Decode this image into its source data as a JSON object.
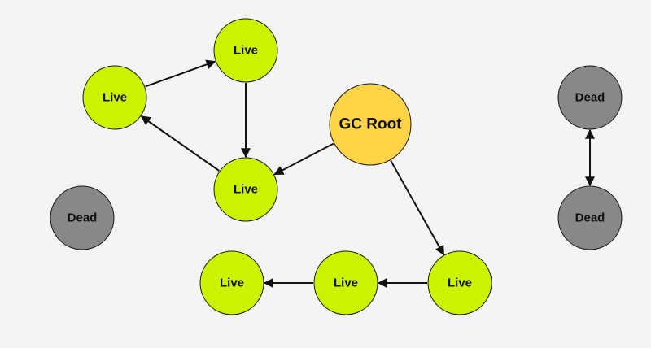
{
  "colors": {
    "background": "#f4f4f4",
    "root": "#ffd447",
    "live": "#ccf200",
    "dead": "#888888",
    "stroke": "#1a1a1a",
    "edge": "#111111"
  },
  "nodes": {
    "gc_root": {
      "label": "GC Root",
      "kind": "root"
    },
    "live_a": {
      "label": "Live",
      "kind": "live"
    },
    "live_b": {
      "label": "Live",
      "kind": "live"
    },
    "live_c": {
      "label": "Live",
      "kind": "live"
    },
    "live_d": {
      "label": "Live",
      "kind": "live"
    },
    "live_e": {
      "label": "Live",
      "kind": "live"
    },
    "live_f": {
      "label": "Live",
      "kind": "live"
    },
    "dead_a": {
      "label": "Dead",
      "kind": "dead"
    },
    "dead_b": {
      "label": "Dead",
      "kind": "dead"
    },
    "dead_c": {
      "label": "Dead",
      "kind": "dead"
    }
  },
  "edges": [
    {
      "from": "live_b",
      "to": "live_a",
      "direction": "forward"
    },
    {
      "from": "live_a",
      "to": "live_c",
      "direction": "forward"
    },
    {
      "from": "live_c",
      "to": "live_b",
      "direction": "forward"
    },
    {
      "from": "gc_root",
      "to": "live_c",
      "direction": "forward"
    },
    {
      "from": "gc_root",
      "to": "live_d",
      "direction": "forward"
    },
    {
      "from": "live_d",
      "to": "live_e",
      "direction": "forward"
    },
    {
      "from": "live_e",
      "to": "live_f",
      "direction": "forward"
    },
    {
      "from": "dead_a",
      "to": "dead_b",
      "direction": "both"
    }
  ]
}
